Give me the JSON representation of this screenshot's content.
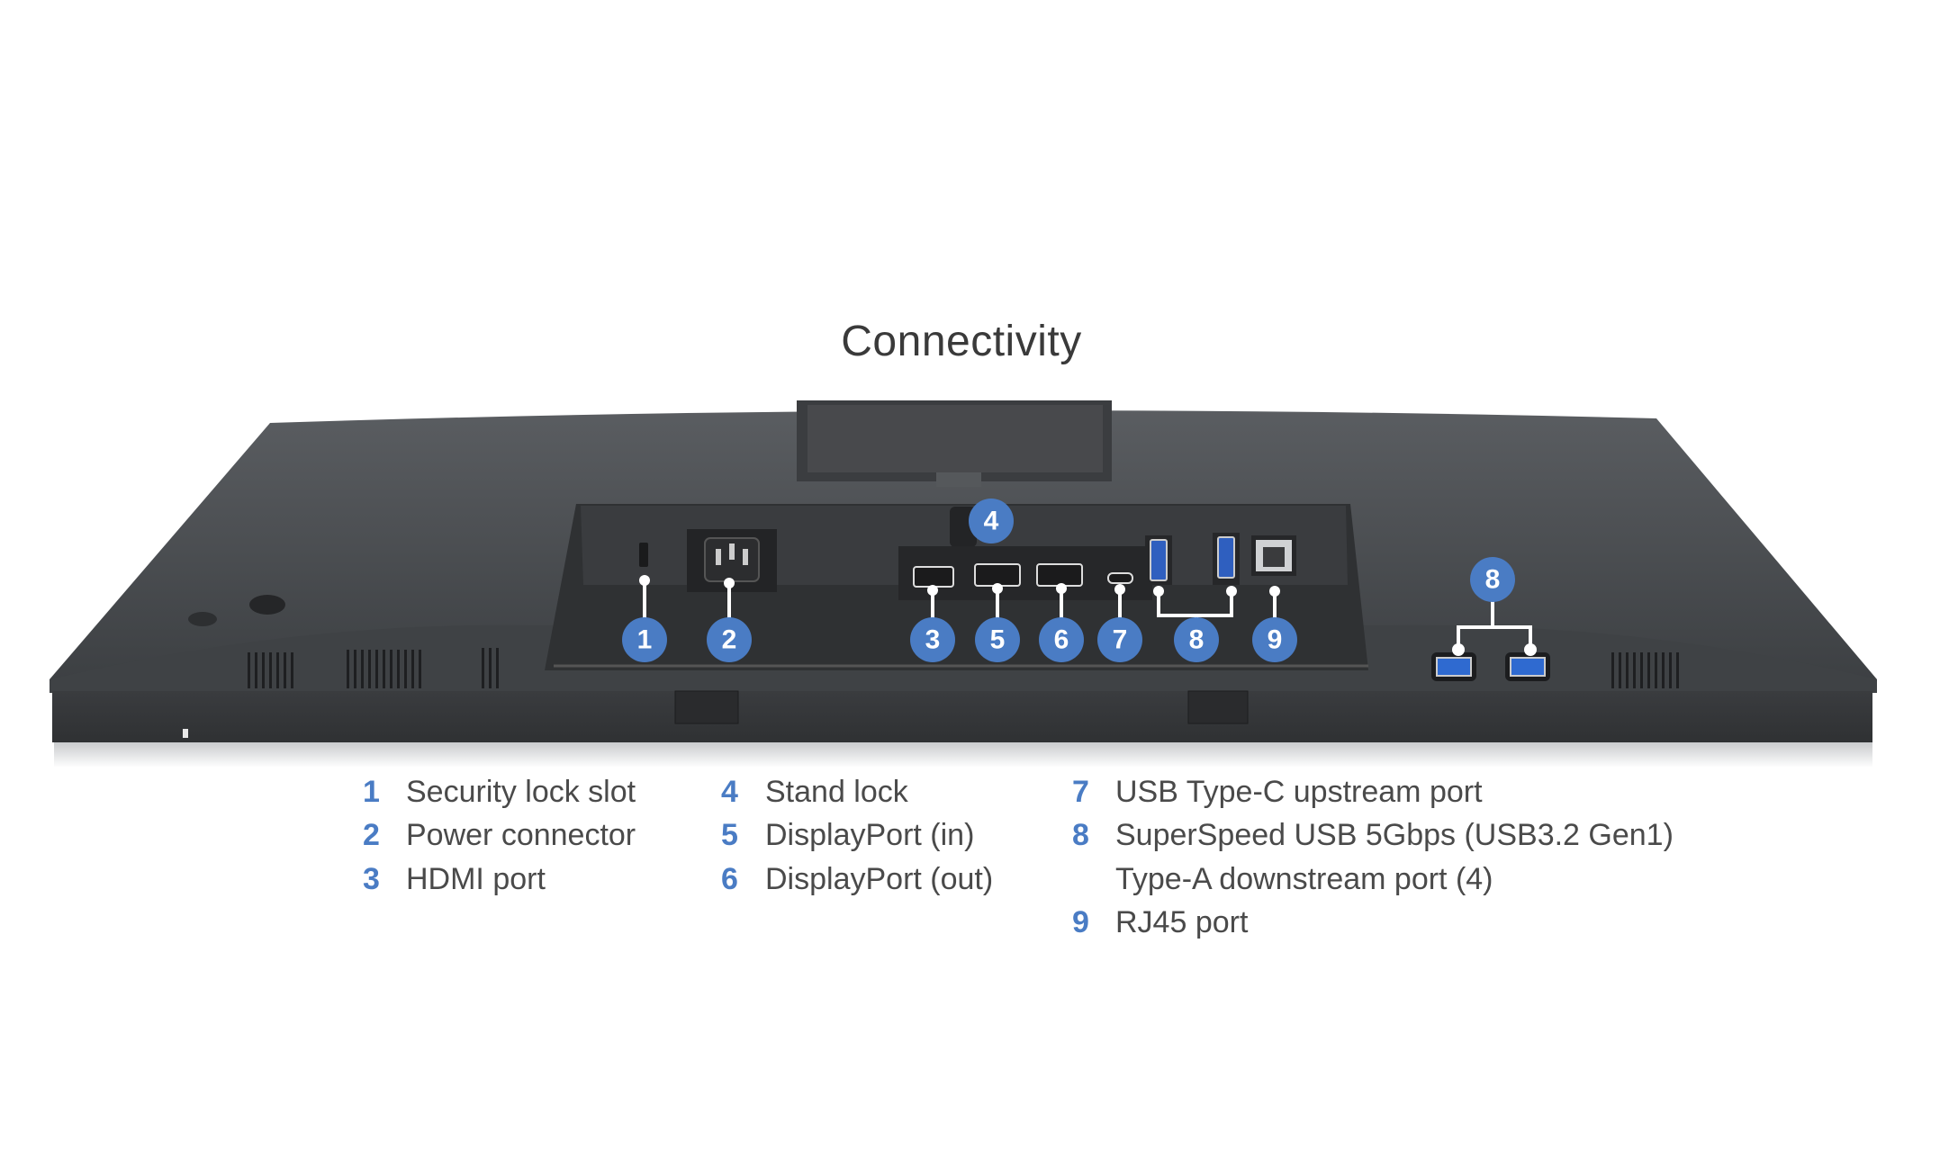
{
  "title": "Connectivity",
  "colors": {
    "badge_blue": "#4a7cc4",
    "legend_number": "#4a7cc4",
    "legend_text": "#4a4a4a",
    "monitor_body": "#434649",
    "leader_line": "#ffffff"
  },
  "callouts": [
    {
      "number": "1",
      "target": "security-lock-slot"
    },
    {
      "number": "2",
      "target": "power-connector"
    },
    {
      "number": "3",
      "target": "hdmi-port"
    },
    {
      "number": "4",
      "target": "stand-lock"
    },
    {
      "number": "5",
      "target": "displayport-in"
    },
    {
      "number": "6",
      "target": "displayport-out"
    },
    {
      "number": "7",
      "target": "usb-c-upstream"
    },
    {
      "number": "8",
      "target": "usb-a-downstream-rear"
    },
    {
      "number": "9",
      "target": "rj45-port"
    },
    {
      "number": "8",
      "target": "usb-a-downstream-side"
    }
  ],
  "legend": [
    {
      "number": "1",
      "label": "Security lock slot"
    },
    {
      "number": "2",
      "label": "Power connector"
    },
    {
      "number": "3",
      "label": "HDMI port"
    },
    {
      "number": "4",
      "label": "Stand lock"
    },
    {
      "number": "5",
      "label": "DisplayPort (in)"
    },
    {
      "number": "6",
      "label": "DisplayPort (out)"
    },
    {
      "number": "7",
      "label": "USB Type-C upstream port"
    },
    {
      "number": "8",
      "label": "SuperSpeed USB 5Gbps (USB3.2 Gen1)",
      "label_line2": "Type-A downstream port (4)"
    },
    {
      "number": "9",
      "label": "RJ45 port"
    }
  ]
}
